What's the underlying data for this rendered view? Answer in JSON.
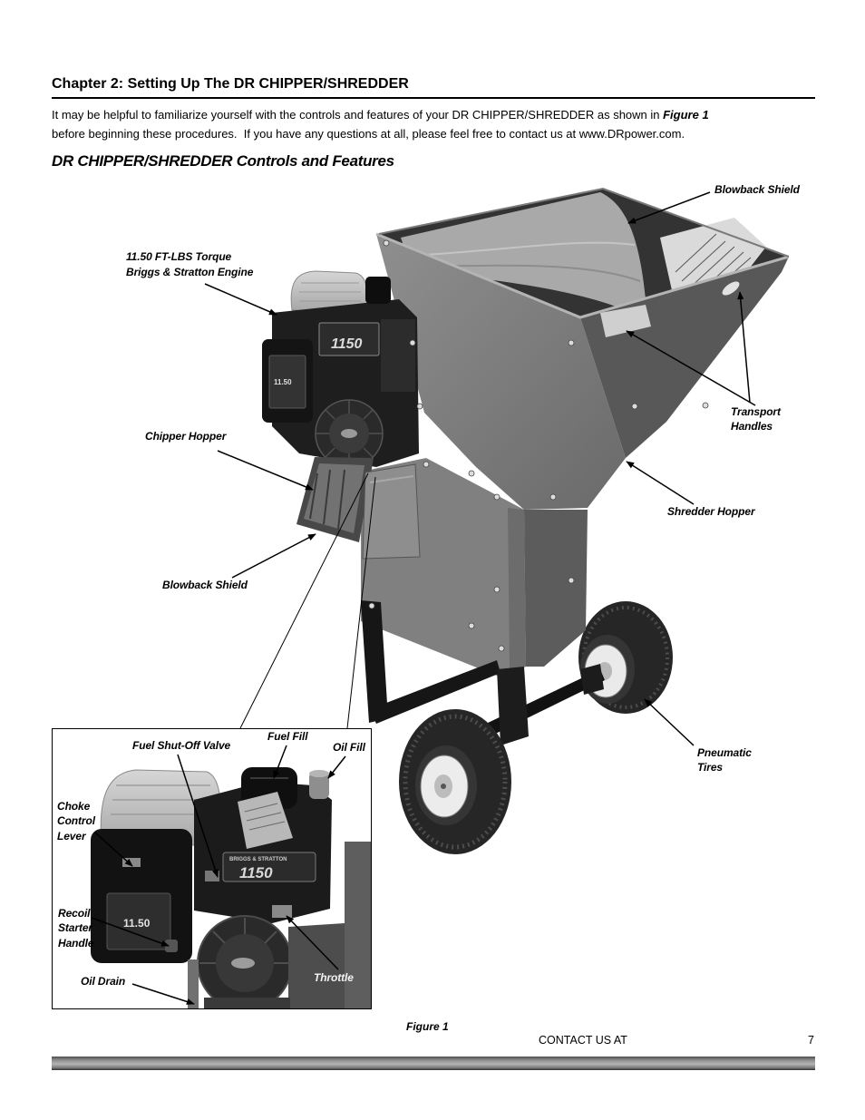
{
  "header": {
    "chapter_title": "Chapter 2: Setting Up The DR CHIPPER/SHREDDER"
  },
  "intro": {
    "text_before_ref": "It may be helpful to familiarize yourself with the controls and features of your DR CHIPPER/SHREDDER as shown in ",
    "figure_ref": "Figure 1",
    "text_after_ref": "before beginning these procedures.  If you have any questions at all, please feel free to contact us at www.DRpower.com."
  },
  "section": {
    "title": "DR CHIPPER/SHREDDER Controls and Features"
  },
  "figure": {
    "caption": "Figure 1",
    "labels": {
      "blowback_shield_top": "Blowback Shield",
      "engine_line1": "11.50 FT-LBS Torque",
      "engine_line2": "Briggs & Stratton Engine",
      "chipper_hopper": "Chipper Hopper",
      "transport_line1": "Transport",
      "transport_line2": "Handles",
      "shredder_hopper": "Shredder Hopper",
      "blowback_shield_left": "Blowback Shield",
      "tires_line1": "Pneumatic",
      "tires_line2": "Tires"
    },
    "inset_labels": {
      "fuel_shutoff": "Fuel Shut-Off Valve",
      "fuel_fill": "Fuel Fill",
      "oil_fill": "Oil Fill",
      "choke_line1": "Choke",
      "choke_line2": "Control",
      "choke_line3": "Lever",
      "recoil_line1": "Recoil",
      "recoil_line2": "Starter",
      "recoil_line3": "Handle",
      "oil_drain": "Oil Drain",
      "throttle": "Throttle"
    },
    "photo_marks": {
      "engine_badge": "1150",
      "filter_badge": "11.50",
      "brand_plate": "BRIGGS & STRATTON"
    }
  },
  "footer": {
    "contact": "CONTACT US AT",
    "page_number": "7"
  }
}
